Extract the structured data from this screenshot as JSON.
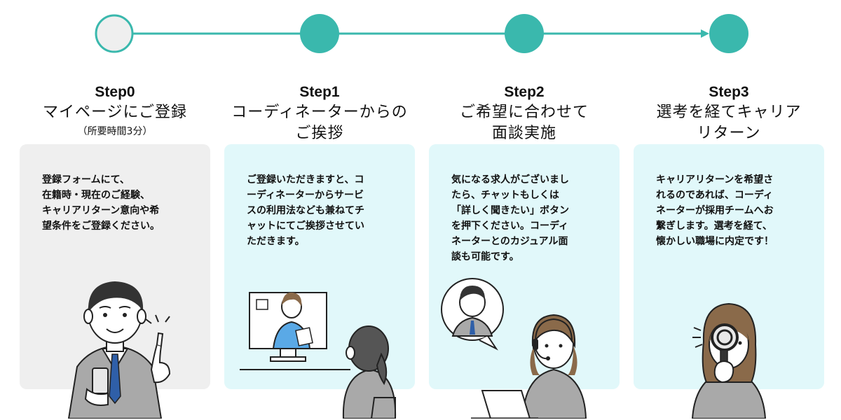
{
  "colors": {
    "accent": "#3ab8ad",
    "card_gray": "#efefef",
    "card_cyan": "#e1f8fa",
    "ink": "#222222"
  },
  "steps": [
    {
      "num": "Step0",
      "name": "マイページにご登録",
      "sub": "（所要時間3分）",
      "body": "登録フォームにて、\n在籍時・現在のご経験、\nキャリアリターン意向や希\n望条件をご登録ください。",
      "illustration": "man-with-phone-pointing",
      "marker": "open-circle"
    },
    {
      "num": "Step1",
      "name": "コーディネーターからの\nご挨拶",
      "sub": "",
      "body": "ご登録いただきますと、コ\nーディネーターからサービ\nスの利用法なども兼ねてチ\nャットにてご挨拶させてい\nただきます。",
      "illustration": "video-call-woman",
      "marker": "filled-circle"
    },
    {
      "num": "Step2",
      "name": "ご希望に合わせて\n面談実施",
      "sub": "",
      "body": "気になる求人がございまし\nたら、チャットもしくは\n「詳しく聞きたい」ボタン\nを押下ください。コーディ\nネーターとのカジュアル面\n談も可能です。",
      "illustration": "headset-woman-laptop",
      "marker": "filled-circle"
    },
    {
      "num": "Step3",
      "name": "選考を経てキャリア\nリターン",
      "sub": "",
      "body": "キャリアリターンを希望さ\nれるのであれば、コーディ\nネーターが採用チームへお\n繋ぎします。選考を経て、\n懐かしい職場に内定です！",
      "illustration": "woman-magnifying-glass",
      "marker": "filled-circle"
    }
  ]
}
